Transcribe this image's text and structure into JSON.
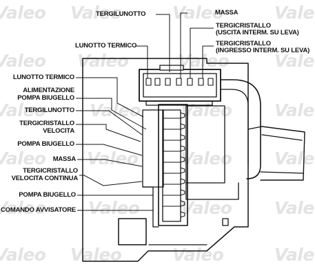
{
  "watermark": "Valeo",
  "labels_top": {
    "tergilunotto": "TERGILUNOTTO",
    "massa": "MASSA",
    "tergi_uscita_1": "TERGICRISTALLO",
    "tergi_uscita_2": "(USCITA INTERM. SU LEVA)",
    "lunotto_termico": "LUNOTTO TERMICO",
    "tergi_ingresso_1": "TERGICRISTALLO",
    "tergi_ingresso_2": "(INGRESSO INTERM. SU LEVA)"
  },
  "labels_left": [
    [
      "LUNOTTO TERMICO"
    ],
    [
      "ALIMENTAZIONE",
      "POMPA BIUGELLO"
    ],
    [
      "TERGILUNOTTO"
    ],
    [
      "TERGICRISTALLO",
      "VELOCITA"
    ],
    [
      "POMPA BIUGELLO"
    ],
    [
      "MASSA"
    ],
    [
      "TERGICRISTALLO",
      "VELOCITA CONTINUA"
    ],
    [
      "POMPA BIUGELLO"
    ],
    [
      "COMANDO AVVISATORE"
    ]
  ]
}
